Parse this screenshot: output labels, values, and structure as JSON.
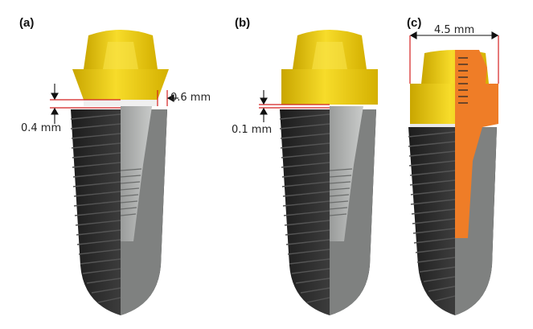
{
  "panels": [
    {
      "label": "(a)",
      "dimensions": [
        "0.4 mm",
        "0.6 mm"
      ]
    },
    {
      "label": "(b)",
      "dimensions": [
        "0.1 mm"
      ]
    },
    {
      "label": "(c)",
      "dimensions": [
        "4.5 mm"
      ]
    }
  ],
  "colors": {
    "abutment_yellow": "#f2d21b",
    "abutment_shade": "#c9a600",
    "thread_dark": "#2b2b2b",
    "implant_gray": "#7f8180",
    "cut_orange": "#ef7d27",
    "dimension_red": "#d42020"
  },
  "icons": [
    "implant-thread-icon"
  ]
}
